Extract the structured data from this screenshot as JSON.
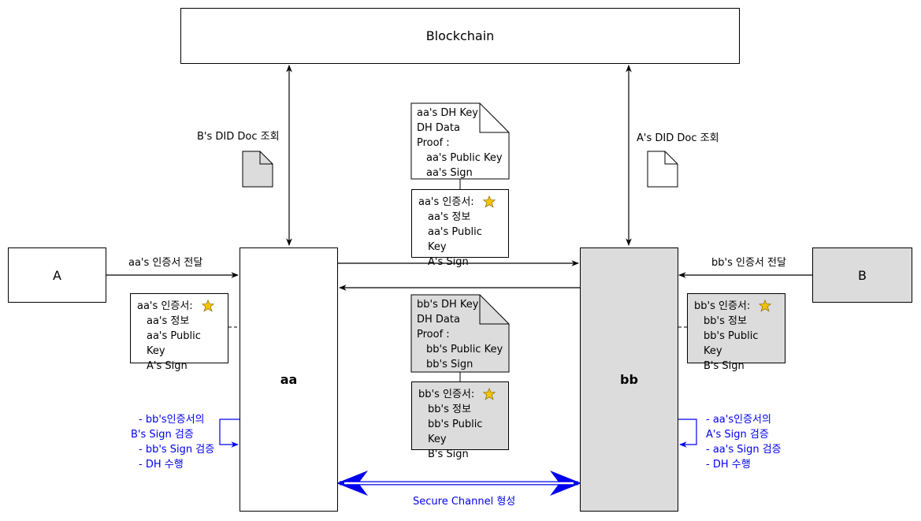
{
  "blockchain": {
    "label": "Blockchain"
  },
  "nodes": {
    "A": "A",
    "B": "B",
    "aa": "aa",
    "bb": "bb"
  },
  "edges": {
    "a_to_aa": "aa's 인증서 전달",
    "b_to_bb": "bb's 인증서 전달",
    "aa_query": "B's DID Doc 조회",
    "bb_query": "A's DID Doc 조회",
    "secure": "Secure Channel 형성"
  },
  "aa_dh_doc": {
    "line1": "aa's DH Key",
    "line2": "DH Data",
    "line3": "Proof :",
    "line4": "aa's Public Key",
    "line5": "aa's Sign"
  },
  "aa_cert_mid": {
    "title": "aa's 인증서:",
    "line1": "aa's 정보",
    "line2": "aa's Public Key",
    "line3": "A's Sign"
  },
  "bb_dh_doc": {
    "line1": "bb's DH Key",
    "line2": "DH Data",
    "line3": "Proof :",
    "line4": "bb's Public Key",
    "line5": "bb's Sign"
  },
  "bb_cert_mid": {
    "title": "bb's 인증서:",
    "line1": "bb's 정보",
    "line2": "bb's Public Key",
    "line3": "B's Sign"
  },
  "aa_cert_left": {
    "title": "aa's 인증서:",
    "line1": "aa's 정보",
    "line2": "aa's Public Key",
    "line3": "A's Sign"
  },
  "bb_cert_right": {
    "title": "bb's 인증서:",
    "line1": "bb's 정보",
    "line2": "bb's Public Key",
    "line3": "B's Sign"
  },
  "aa_steps": [
    "- bb's인증서의",
    "B's Sign 검증",
    "- bb's Sign 검증",
    "- DH 수행"
  ],
  "bb_steps": [
    "- aa's인증서의",
    "A's Sign 검증",
    "- aa's Sign 검증",
    "- DH 수행"
  ],
  "colors": {
    "grey_fill": "#dcdcdc",
    "star": "#f5c400",
    "blue": "#0000ee"
  }
}
